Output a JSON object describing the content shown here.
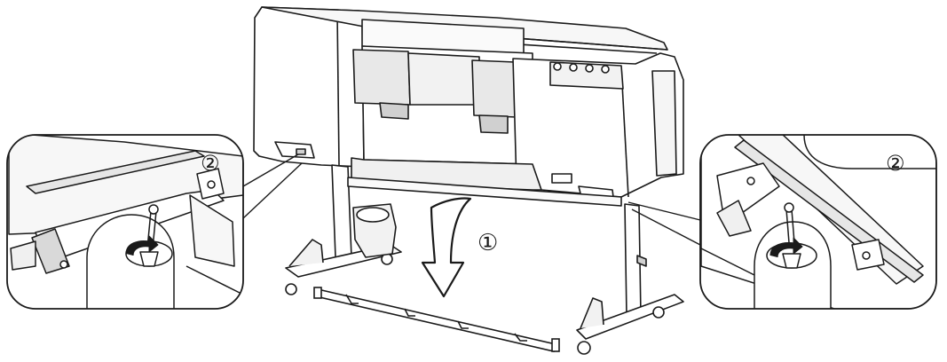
{
  "figure": {
    "step_1_label": "①",
    "step_2_label_left": "②",
    "step_2_label_right": "②"
  },
  "colors": {
    "line": "#1a1a1a",
    "fill_light": "#f2f2f2",
    "fill_mid": "#d9d9d9",
    "fill_dark": "#8c8c8c",
    "arrow_fill": "#ffffff"
  },
  "icons": {
    "step_arrow": "curved-down-arrow-icon",
    "screw_rotation": "rotate-arrow-icon"
  }
}
